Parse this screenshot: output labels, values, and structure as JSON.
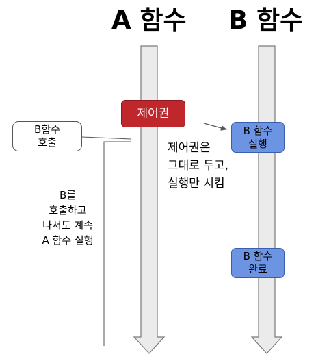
{
  "titles": {
    "a": "A 함수",
    "b": "B 함수"
  },
  "boxes": {
    "b_call": "B함수\n호출",
    "control": "제어권",
    "b_exec": "B 함수\n실행",
    "b_done": "B 함수\n완료"
  },
  "notes": {
    "a_continues": "B를\n호출하고\n나서도 계속\nA 함수 실행",
    "control_kept": "제어권은\n그대로 두고,\n실행만 시킴"
  },
  "colors": {
    "lifeline_fill": "#ebebeb",
    "lifeline_stroke": "#7a7a7a",
    "control_fill": "#c0272d",
    "control_stroke": "#8e1a1f",
    "control_text": "#ffffff",
    "b_box_fill": "#6d93e3",
    "b_box_stroke": "#3a5fae",
    "call_box_fill": "#ffffff",
    "call_box_stroke": "#555555",
    "connector": "#555555"
  }
}
